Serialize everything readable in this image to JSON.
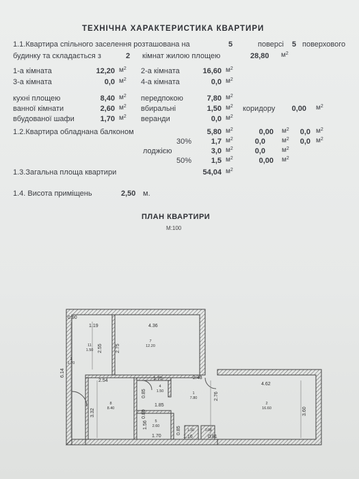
{
  "title": "ТЕХНІЧНА ХАРАКТЕРИСТИКА КВАРТИРИ",
  "s11": {
    "l1": "1.1.Квартира спільного заселення розташована на",
    "floor": "5",
    "poverse": "поверсі",
    "floors_total": "5",
    "poverkhovoho": "поверхового",
    "l2": "будинку та складається з",
    "rooms": "2",
    "rooms_label": "кімнат жилою площею",
    "living_area": "28,80",
    "unit": "м"
  },
  "rooms": {
    "r1_label": "1-а кімната",
    "r1_val": "12,20",
    "r2_label": "2-а кімната",
    "r2_val": "16,60",
    "r3_label": "3-а кімната",
    "r3_val": "0,0",
    "r4_label": "4-а кімната",
    "r4_val": "0,0"
  },
  "aux": {
    "kitchen_label": "кухні площею",
    "kitchen_val": "8,40",
    "hall_label": "передпокою",
    "hall_val": "7,80",
    "bath_label": "ванної кімнати",
    "bath_val": "2,60",
    "wc_label": "вбиральні",
    "wc_val": "1,50",
    "corridor_label": "коридору",
    "corridor_val": "0,00",
    "closet_label": "вбудованої шафи",
    "closet_val": "1,70",
    "veranda_label": "веранди",
    "veranda_val": "0,0"
  },
  "s12": {
    "label": "1.2.Квартира обладнана балконом",
    "balcony": "5,80",
    "b2": "0,00",
    "b3": "0,0",
    "pct30": "30%",
    "p30_val": "1,7",
    "p30_b": "0,0",
    "p30_c": "0,0",
    "loggia_label": "лоджією",
    "loggia_val": "3,0",
    "loggia_b": "0,0",
    "pct50": "50%",
    "p50_val": "1,5",
    "p50_b": "0,00"
  },
  "s13": {
    "label": "1.3.Загальна площа квартири",
    "val": "54,04"
  },
  "s14": {
    "label": "1.4. Висота приміщень",
    "val": "2,50",
    "unit": "м."
  },
  "plan": {
    "title": "ПЛАН КВАРТИРИ",
    "scale": "М:100",
    "dims": {
      "d090": "0.90",
      "d119": "1.19",
      "d436": "4.36",
      "d255": "2.55",
      "d275": "2.75",
      "d614": "6.14",
      "d254": "2.54",
      "d175": "1.75",
      "d243": "2.43",
      "d462": "4.62",
      "d085": "0.85",
      "d080": "0.80",
      "d185": "1.85",
      "d332": "3.32",
      "d276": "2.76",
      "d360": "3.60",
      "d156": "1.56",
      "d170": "1.70",
      "d085b": "0.85",
      "d116": "1.16",
      "d081": "0.81",
      "d130": "1.30",
      "d086": "0.86"
    },
    "labels": {
      "r11": "11",
      "r11a": "1.50",
      "r1a": "1",
      "r1b": "1.70",
      "r7": "7",
      "r7a": "12.20",
      "r2": "2",
      "r2a": "16.60",
      "r8": "8",
      "r8a": "8.40",
      "r4": "4",
      "r4a": "1.50",
      "r5": "5",
      "r5a": "2.60",
      "rh": "1",
      "rha": "7.80"
    }
  }
}
